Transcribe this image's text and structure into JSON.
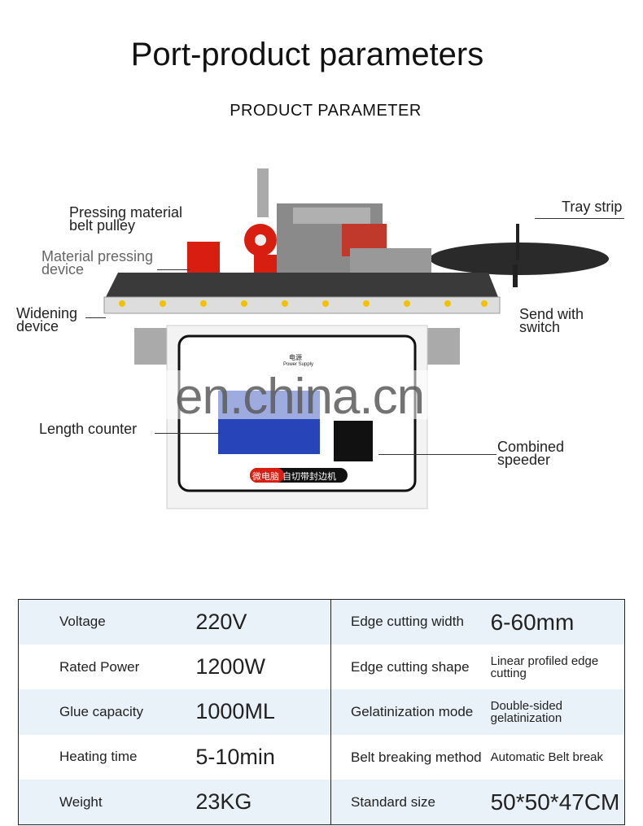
{
  "header": {
    "title": "Port-product parameters",
    "subtitle": "PRODUCT PARAMETER"
  },
  "machine": {
    "labels": {
      "pressing_belt_pulley": "Pressing material belt pulley",
      "material_pressing_device": "Material pressing device",
      "widening_device": "Widening device",
      "length_counter": "Length counter",
      "tray_strip": "Tray strip",
      "send_with_switch": "Send with switch",
      "combined_speeder": "Combined speeder"
    },
    "panel_text": {
      "power_cn": "电源",
      "power_en": "Power Supply",
      "brand_red": "微电脑",
      "brand_black": "自切带封边机"
    },
    "watermark": "en.china.cn"
  },
  "params": [
    {
      "key": "Voltage",
      "value": "220V",
      "key2": "Edge cutting width",
      "value2": "6-60mm"
    },
    {
      "key": "Rated Power",
      "value": "1200W",
      "key2": "Edge cutting shape",
      "value2": "Linear profiled edge cutting"
    },
    {
      "key": "Glue capacity",
      "value": "1000ML",
      "key2": "Gelatinization mode",
      "value2": "Double-sided gelatinization"
    },
    {
      "key": "Heating time",
      "value": "5-10min",
      "key2": "Belt breaking method",
      "value2": "Automatic Belt break"
    },
    {
      "key": "Weight",
      "value": "23KG",
      "key2": "Standard size",
      "value2": "50*50*47CM"
    }
  ]
}
